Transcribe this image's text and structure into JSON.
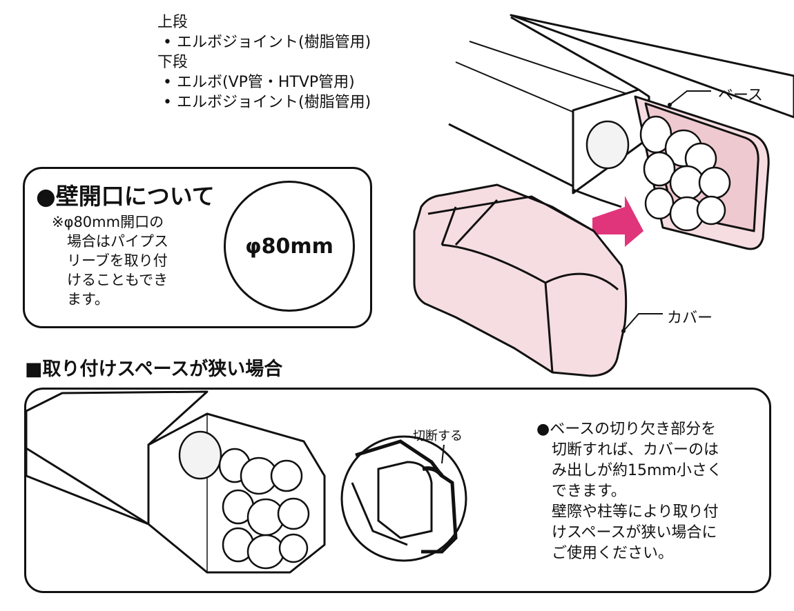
{
  "parts": {
    "upper_heading": "上段",
    "upper_items": [
      "エルボジョイント(樹脂管用)"
    ],
    "lower_heading": "下段",
    "lower_items": [
      "エルボ(VP管・HTVP管用)",
      "エルボジョイント(樹脂管用)"
    ],
    "bullet": "•"
  },
  "wall_opening": {
    "title": "●壁開口について",
    "note_lines": [
      "※φ80mm開口の",
      "場合はパイプス",
      "リーブを取り付",
      "けることもでき",
      "ます。"
    ],
    "circle_label": "φ80mm"
  },
  "labels": {
    "base": "ベース",
    "cover": "カバー",
    "cut": "切断する"
  },
  "narrow_section": {
    "title": "■取り付けスペースが狭い場合",
    "note_lines": [
      "●ベースの切り欠き部分を",
      "切断すれば、カバーのは",
      "み出しが約15mm小さく",
      "できます。",
      "壁際や柱等により取り付",
      "けスペースが狭い場合に",
      "ご使用ください。"
    ]
  },
  "colors": {
    "line": "#111111",
    "cover_fill": "#f6dde1",
    "arrow": "#e0357a",
    "duct_fill": "#ffffff",
    "shadow": "#cfcfcf"
  }
}
